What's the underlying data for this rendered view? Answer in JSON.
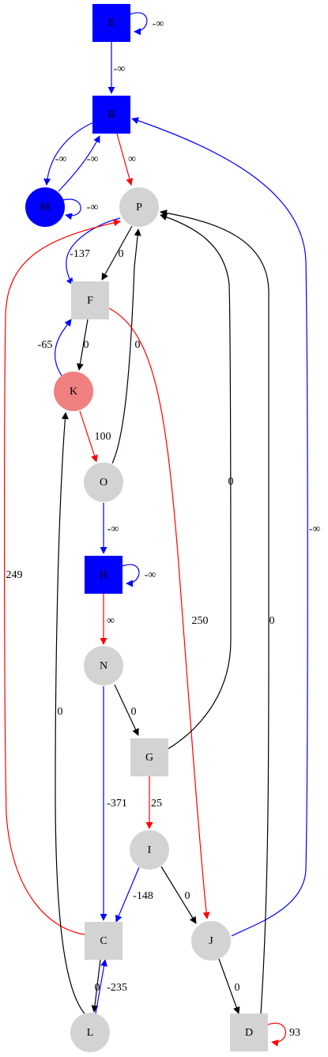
{
  "colors": {
    "blue": "#0000ff",
    "gray": "#d3d3d3",
    "coral": "#f08080",
    "red": "#ff0000",
    "black": "#000000"
  },
  "nodes": [
    {
      "id": "E",
      "label": "E",
      "shape": "square",
      "fill": "blue"
    },
    {
      "id": "B",
      "label": "B",
      "shape": "square",
      "fill": "blue"
    },
    {
      "id": "M",
      "label": "M",
      "shape": "circle",
      "fill": "blue"
    },
    {
      "id": "P",
      "label": "P",
      "shape": "circle",
      "fill": "gray"
    },
    {
      "id": "F",
      "label": "F",
      "shape": "square",
      "fill": "gray"
    },
    {
      "id": "K",
      "label": "K",
      "shape": "circle",
      "fill": "coral"
    },
    {
      "id": "O",
      "label": "O",
      "shape": "circle",
      "fill": "gray"
    },
    {
      "id": "H",
      "label": "H",
      "shape": "square",
      "fill": "blue"
    },
    {
      "id": "N",
      "label": "N",
      "shape": "circle",
      "fill": "gray"
    },
    {
      "id": "G",
      "label": "G",
      "shape": "square",
      "fill": "gray"
    },
    {
      "id": "I",
      "label": "I",
      "shape": "circle",
      "fill": "gray"
    },
    {
      "id": "C",
      "label": "C",
      "shape": "square",
      "fill": "gray"
    },
    {
      "id": "J",
      "label": "J",
      "shape": "circle",
      "fill": "gray"
    },
    {
      "id": "L",
      "label": "L",
      "shape": "circle",
      "fill": "gray"
    },
    {
      "id": "D",
      "label": "D",
      "shape": "square",
      "fill": "gray"
    }
  ],
  "edges": [
    {
      "id": "E-E",
      "from": "E",
      "to": "E",
      "label": "-∞",
      "color": "blue"
    },
    {
      "id": "E-B",
      "from": "E",
      "to": "B",
      "label": "-∞",
      "color": "blue"
    },
    {
      "id": "B-M",
      "from": "B",
      "to": "M",
      "label": "-∞",
      "color": "blue"
    },
    {
      "id": "M-B",
      "from": "M",
      "to": "B",
      "label": "-∞",
      "color": "blue"
    },
    {
      "id": "B-P",
      "from": "B",
      "to": "P",
      "label": "∞",
      "color": "red"
    },
    {
      "id": "M-M",
      "from": "M",
      "to": "M",
      "label": "-∞",
      "color": "blue"
    },
    {
      "id": "P-F",
      "from": "P",
      "to": "F",
      "label": "-137",
      "color": "blue"
    },
    {
      "id": "P-F2",
      "from": "P",
      "to": "F",
      "label": "0",
      "color": "black"
    },
    {
      "id": "F-K",
      "from": "F",
      "to": "K",
      "label": "0",
      "color": "black"
    },
    {
      "id": "K-F",
      "from": "K",
      "to": "F",
      "label": "-65",
      "color": "blue"
    },
    {
      "id": "O-P",
      "from": "O",
      "to": "P",
      "label": "0",
      "color": "black"
    },
    {
      "id": "K-O",
      "from": "K",
      "to": "O",
      "label": "100",
      "color": "red"
    },
    {
      "id": "O-H",
      "from": "O",
      "to": "H",
      "label": "-∞",
      "color": "blue"
    },
    {
      "id": "H-H",
      "from": "H",
      "to": "H",
      "label": "-∞",
      "color": "blue"
    },
    {
      "id": "H-N",
      "from": "H",
      "to": "N",
      "label": "∞",
      "color": "red"
    },
    {
      "id": "F-J",
      "from": "F",
      "to": "J",
      "label": "250",
      "color": "red"
    },
    {
      "id": "C-P",
      "from": "C",
      "to": "P",
      "label": "249",
      "color": "red"
    },
    {
      "id": "G-P",
      "from": "G",
      "to": "P",
      "label": "0",
      "color": "black"
    },
    {
      "id": "D-P",
      "from": "D",
      "to": "P",
      "label": "0",
      "color": "black"
    },
    {
      "id": "J-B",
      "from": "J",
      "to": "B",
      "label": "-∞",
      "color": "blue"
    },
    {
      "id": "N-G",
      "from": "N",
      "to": "G",
      "label": "0",
      "color": "black"
    },
    {
      "id": "N-C",
      "from": "N",
      "to": "C",
      "label": "-371",
      "color": "blue"
    },
    {
      "id": "G-I",
      "from": "G",
      "to": "I",
      "label": "25",
      "color": "red"
    },
    {
      "id": "I-C",
      "from": "I",
      "to": "C",
      "label": "-148",
      "color": "blue"
    },
    {
      "id": "I-J",
      "from": "I",
      "to": "J",
      "label": "0",
      "color": "black"
    },
    {
      "id": "L-K",
      "from": "L",
      "to": "K",
      "label": "0",
      "color": "black"
    },
    {
      "id": "C-L",
      "from": "C",
      "to": "L",
      "label": "0",
      "color": "black"
    },
    {
      "id": "L-C",
      "from": "L",
      "to": "C",
      "label": "-235",
      "color": "blue"
    },
    {
      "id": "J-D",
      "from": "J",
      "to": "D",
      "label": "0",
      "color": "black"
    },
    {
      "id": "D-D",
      "from": "D",
      "to": "D",
      "label": "93",
      "color": "red"
    }
  ]
}
